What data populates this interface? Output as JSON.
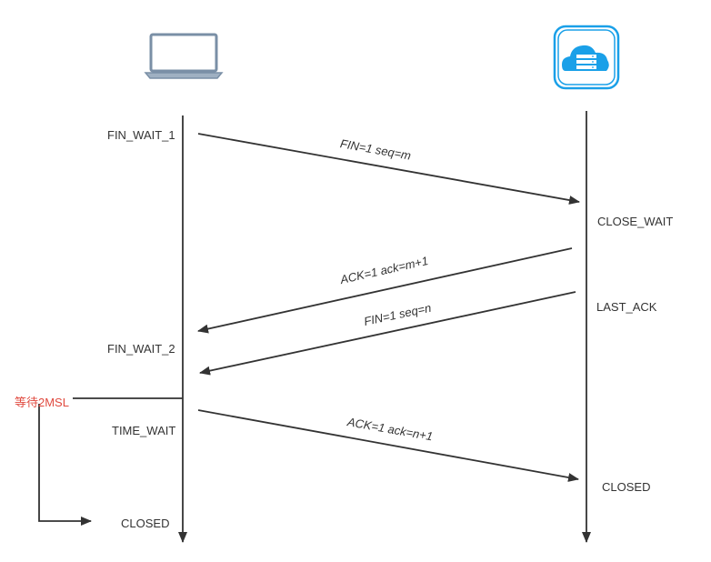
{
  "client": {
    "icon": "laptop-icon",
    "states": {
      "fin_wait_1": "FIN_WAIT_1",
      "fin_wait_2": "FIN_WAIT_2",
      "time_wait": "TIME_WAIT",
      "closed": "CLOSED"
    }
  },
  "server": {
    "icon": "cloud-server-icon",
    "states": {
      "close_wait": "CLOSE_WAIT",
      "last_ack": "LAST_ACK",
      "closed": "CLOSED"
    }
  },
  "messages": {
    "fin1": "FIN=1 seq=m",
    "ack1": "ACK=1 ack=m+1",
    "fin2": "FIN=1  seq=n",
    "ack2": "ACK=1 ack=n+1"
  },
  "wait_note": "等待2MSL",
  "colors": {
    "line": "#333333",
    "note": "#e04a3f",
    "server_icon": "#1aa0e8"
  }
}
